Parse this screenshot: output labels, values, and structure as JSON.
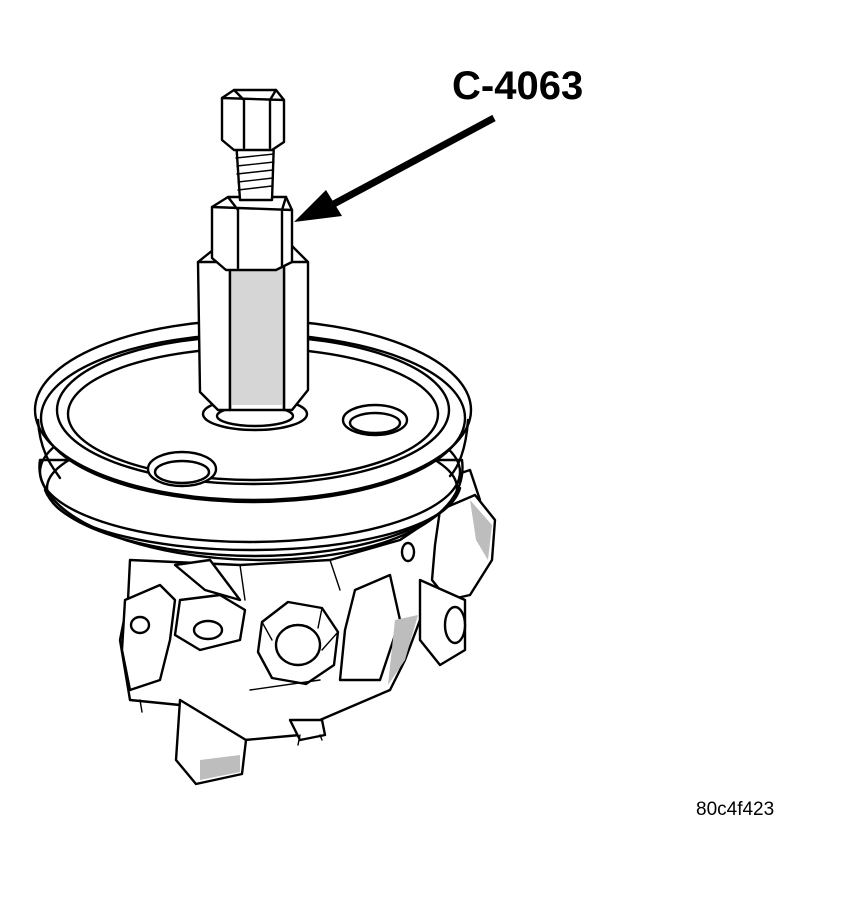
{
  "diagram": {
    "callout_label": "C-4063",
    "figure_id": "80c4f423",
    "parts": [
      {
        "name": "puller-tool",
        "label_ref": "callout_label"
      },
      {
        "name": "pulley"
      },
      {
        "name": "power-steering-pump"
      }
    ]
  }
}
